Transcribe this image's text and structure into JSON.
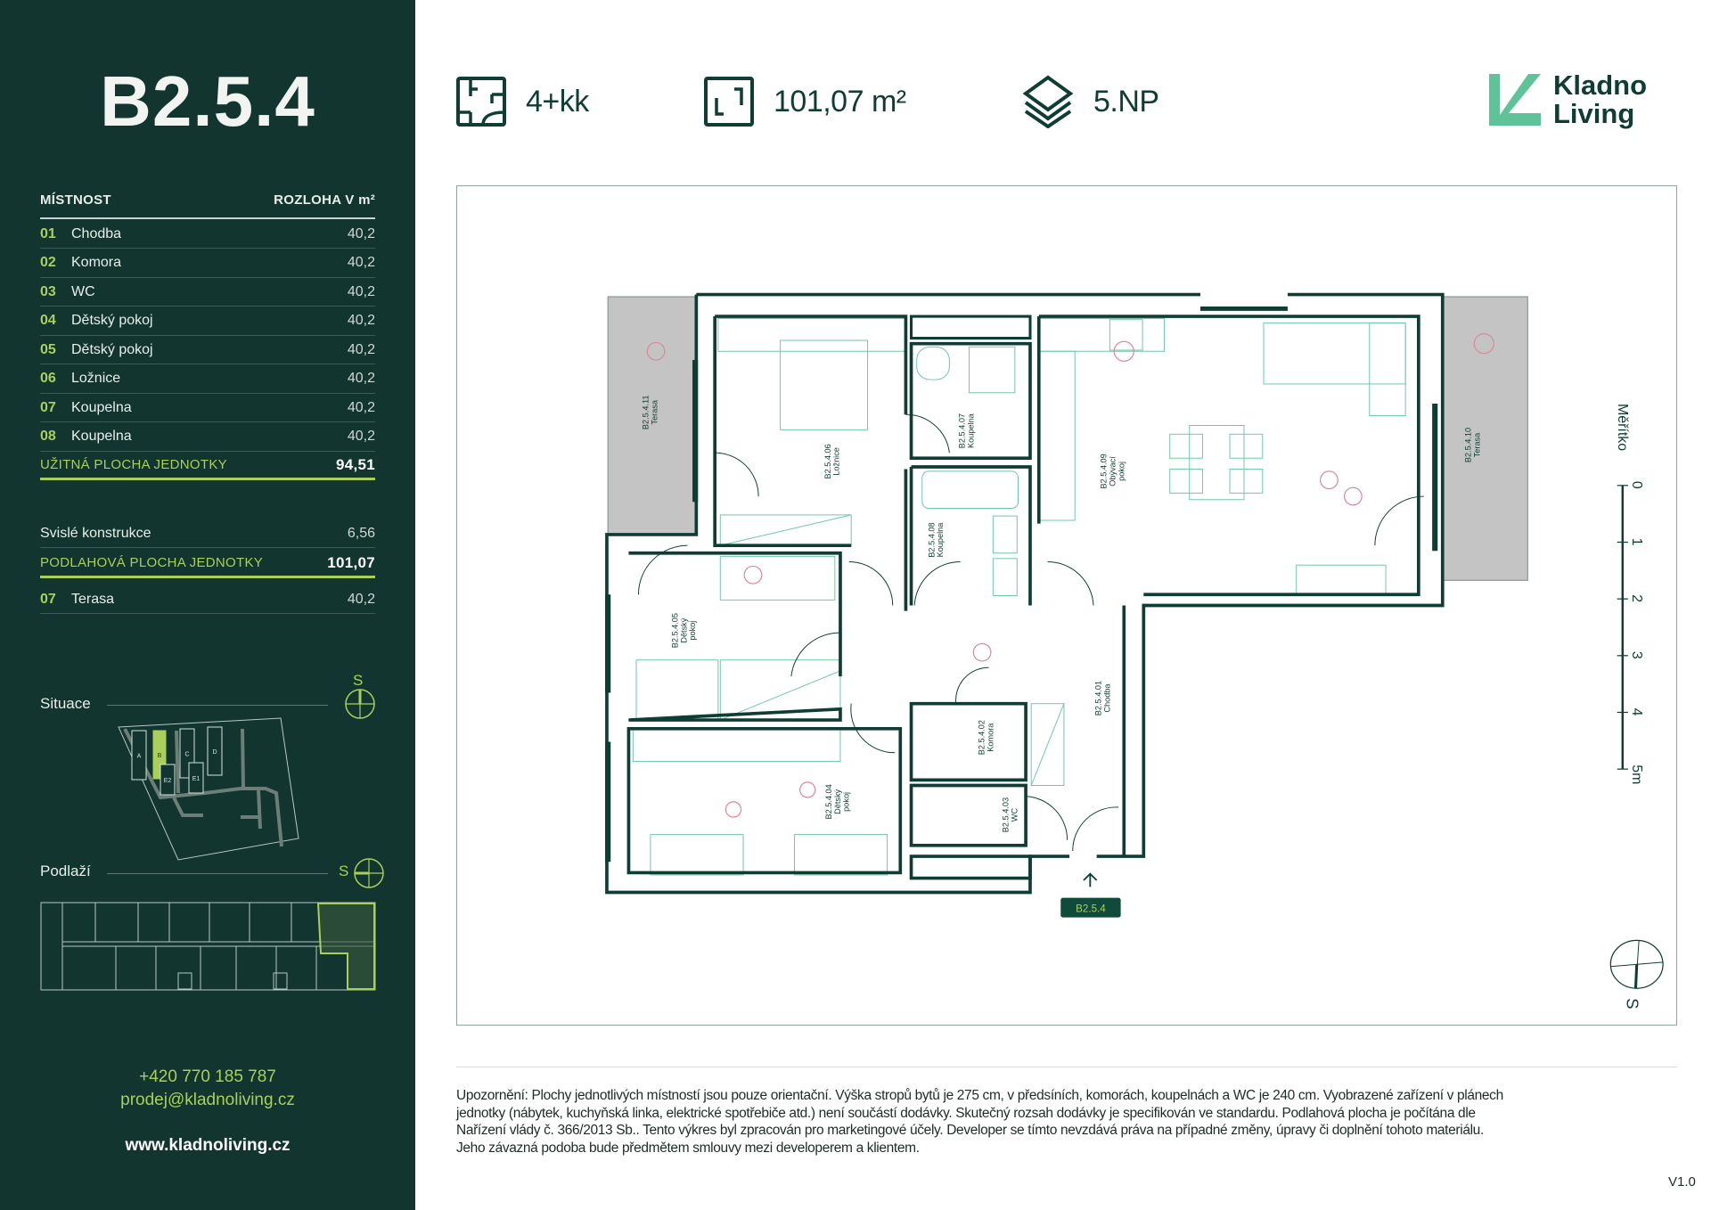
{
  "unit": {
    "title": "B2.5.4"
  },
  "header": {
    "layout": {
      "icon": "floorplan-icon",
      "value": "4+kk"
    },
    "area": {
      "icon": "area-corner-icon",
      "value": "101,07 m²"
    },
    "floor": {
      "icon": "layers-icon",
      "value": "5.NP"
    },
    "logo": {
      "line1": "Kladno",
      "line2": "Living"
    }
  },
  "rooms_table": {
    "col_room": "MÍSTNOST",
    "col_area": "ROZLOHA V m²",
    "rows": [
      {
        "num": "01",
        "name": "Chodba",
        "area": "40,2"
      },
      {
        "num": "02",
        "name": "Komora",
        "area": "40,2"
      },
      {
        "num": "03",
        "name": "WC",
        "area": "40,2"
      },
      {
        "num": "04",
        "name": "Dětský pokoj",
        "area": "40,2"
      },
      {
        "num": "05",
        "name": "Dětský pokoj",
        "area": "40,2"
      },
      {
        "num": "06",
        "name": "Ložnice",
        "area": "40,2"
      },
      {
        "num": "07",
        "name": "Koupelna",
        "area": "40,2"
      },
      {
        "num": "08",
        "name": "Koupelna",
        "area": "40,2"
      }
    ],
    "usable_label": "UŽITNÁ PLOCHA JEDNOTKY",
    "usable_value": "94,51",
    "structures_label": "Svislé konstrukce",
    "structures_value": "6,56",
    "floor_area_label": "PODLAHOVÁ PLOCHA JEDNOTKY",
    "floor_area_value": "101,07",
    "terrace": {
      "num": "07",
      "name": "Terasa",
      "area": "40,2"
    }
  },
  "situation": {
    "label": "Situace",
    "compass": "S",
    "buildings": [
      "A",
      "B",
      "C",
      "D",
      "E2",
      "E1"
    ],
    "highlighted": "B"
  },
  "floor_section": {
    "label": "Podlaží",
    "compass": "S"
  },
  "contact": {
    "phone": "+420 770 185 787",
    "email": "prodej@kladnoliving.cz",
    "web": "www.kladnoliving.cz"
  },
  "plan": {
    "rooms": [
      {
        "code": "B2.5.4.11",
        "name": "Terasa"
      },
      {
        "code": "B2.5.4.06",
        "name": "Ložnice"
      },
      {
        "code": "B2.5.4.07",
        "name": "Koupelna"
      },
      {
        "code": "B2.5.4.08",
        "name": "Koupelna"
      },
      {
        "code": "B2.5.4.09",
        "name": "Obývací",
        "name2": "pokoj"
      },
      {
        "code": "B2.5.4.10",
        "name": "Terasa"
      },
      {
        "code": "B2.5.4.05",
        "name": "Dětský",
        "name2": "pokoj"
      },
      {
        "code": "B2.5.4.04",
        "name": "Dětský",
        "name2": "pokoj"
      },
      {
        "code": "B2.5.4.02",
        "name": "Komora"
      },
      {
        "code": "B2.5.4.03",
        "name": "WC"
      },
      {
        "code": "B2.5.4.01",
        "name": "Chodba"
      }
    ],
    "entrance_badge": "B2.5.4",
    "scale": {
      "label": "Měřítko",
      "ticks": [
        "0",
        "1",
        "2",
        "3",
        "4",
        "5m"
      ]
    },
    "compass": "S"
  },
  "disclaimer": [
    "Upozornění: Plochy jednotlivých místností jsou pouze orientační. Výška stropů bytů je 275 cm, v předsíních, komorách, koupelnách a WC je 240 cm. Vyobrazené zařízení v plánech",
    "jednotky (nábytek, kuchyňská linka, elektrické spotřebiče atd.) není součástí dodávky. Skutečný rozsah dodávky je specifikován ve standardu. Podlahová plocha je počítána dle",
    "Nařízení vlády č. 366/2013 Sb.. Tento výkres byl zpracován pro marketingové účely. Developer se tímto nevzdává práva na případné změny, úpravy či doplnění tohoto materiálu.",
    "Jeho závazná podoba bude předmětem smlouvy mezi developerem a klientem."
  ],
  "version": "V1.0",
  "colors": {
    "panel": "#12352f",
    "accent": "#a8d05a",
    "wall": "#0f3d33",
    "furniture": "#6cc8a4",
    "logo": "#5fc39a",
    "terrace": "#c4c4c4"
  }
}
